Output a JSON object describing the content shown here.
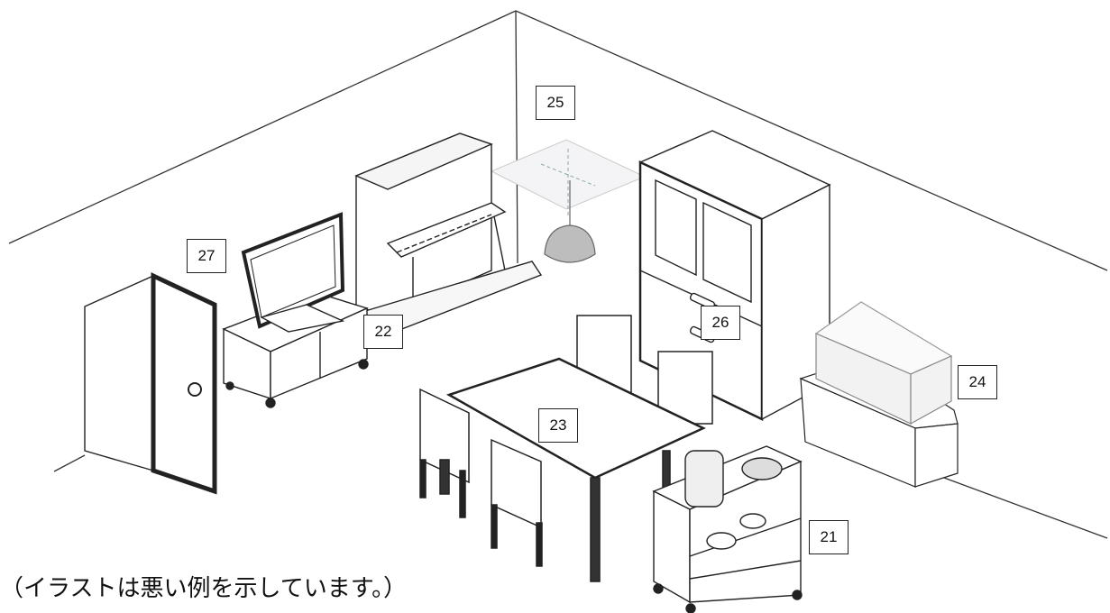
{
  "labels": {
    "cart": "21",
    "tv_stand": "22",
    "table": "23",
    "aquarium": "24",
    "ceiling_light": "25",
    "cabinet": "26",
    "door": "27"
  },
  "caption": "（イラストは悪い例を示しています。）",
  "colors": {
    "line": "#222222",
    "accent_gray": "#bdbdbd",
    "ink": "#111111"
  }
}
